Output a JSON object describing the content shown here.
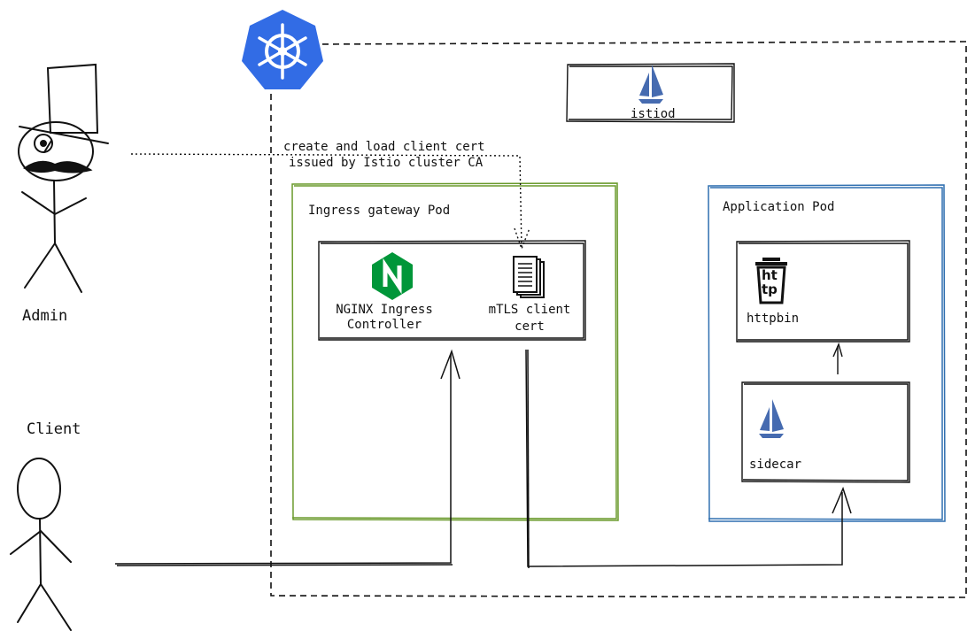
{
  "actors": {
    "admin": {
      "label": "Admin",
      "icon": "top-hat-stick-figure-icon"
    },
    "client": {
      "label": "Client",
      "icon": "stick-figure-icon"
    }
  },
  "cluster": {
    "icon": "kubernetes-helm-icon",
    "color": "#326ce5"
  },
  "istiod": {
    "label": "istiod",
    "icon": "istio-sail-icon"
  },
  "annotation": {
    "line1": "create and load client cert",
    "line2": "issued by Istio cluster CA"
  },
  "ingress_pod": {
    "title": "Ingress gateway Pod",
    "border_color": "#6a9a2c",
    "nginx": {
      "line1": "NGINX Ingress",
      "line2": "Controller",
      "icon": "nginx-icon",
      "color": "#009639"
    },
    "cert": {
      "line1": "mTLS client",
      "line2": "cert",
      "icon": "document-stack-icon"
    }
  },
  "app_pod": {
    "title": "Application Pod",
    "border_color": "#2f6fb0",
    "httpbin": {
      "label": "httpbin",
      "icon": "httpbin-trash-can-icon",
      "icon_text_top": "ht",
      "icon_text_bottom": "tp"
    },
    "sidecar": {
      "label": "sidecar",
      "icon": "istio-sail-icon"
    }
  },
  "colors": {
    "istio": "#466bb0",
    "ink": "#111111"
  }
}
